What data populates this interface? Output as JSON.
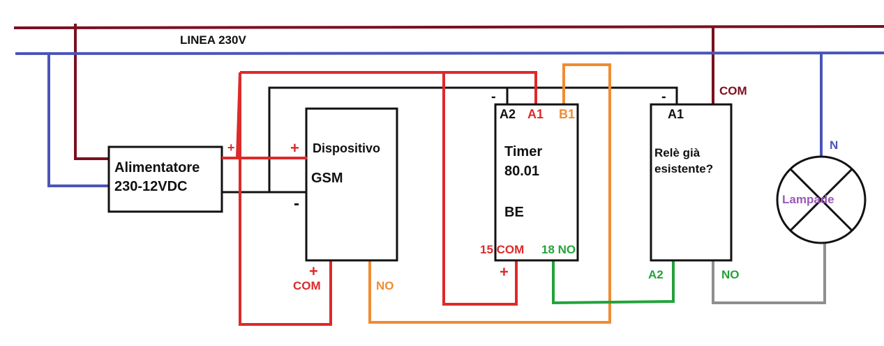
{
  "labels": {
    "line_title": "LINEA 230V",
    "psu_line1": "Alimentatore",
    "psu_line2": "230-12VDC",
    "psu_plus": "+",
    "psu_minus": "-",
    "gsm_plus": "+",
    "gsm_line1": "Dispositivo",
    "gsm_line2": "GSM",
    "gsm_minus": "-",
    "gsm_com_plus": "+",
    "gsm_com": "COM",
    "gsm_no": "NO",
    "timer_minus": "-",
    "timer_a2": "A2",
    "timer_a1": "A1",
    "timer_b1": "B1",
    "timer_line1": "Timer",
    "timer_line2": "80.01",
    "timer_line3": "BE",
    "timer_15com": "15 COM",
    "timer_18no": "18 NO",
    "timer_plus": "+",
    "relay_minus": "-",
    "relay_a1": "A1",
    "relay_com": "COM",
    "relay_line1": "Relè già",
    "relay_line2": "esistente?",
    "relay_a2": "A2",
    "relay_no": "NO",
    "lamp_n": "N",
    "lamp_label": "Lampade"
  },
  "colors": {
    "phase": "#7b1020",
    "neutral": "#4a55b8",
    "positive": "#dd2a2a",
    "negative": "#111111",
    "orange": "#f08c32",
    "green": "#23a33a",
    "gray": "#8f8f8f",
    "lamp_text": "#9b59b6"
  }
}
